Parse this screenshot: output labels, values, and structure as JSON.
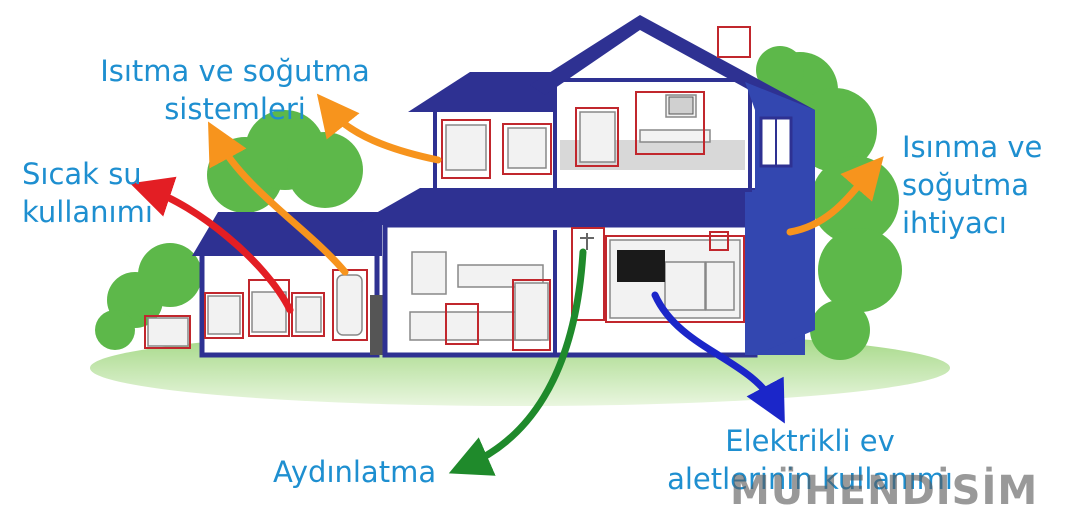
{
  "labels": {
    "hvac_systems": [
      "Isıtma ve soğutma",
      "sistemleri"
    ],
    "hot_water": [
      "Sıcak su",
      "kullanımı"
    ],
    "heating_cooling_need": [
      "Isınma ve",
      "soğutma",
      "ihtiyacı"
    ],
    "lighting": "Aydınlatma",
    "appliances": [
      "Elektrikli ev",
      "aletlerinin kullanımı"
    ]
  },
  "watermark": "MÜHENDİSİM",
  "colors": {
    "label_text": "#1e8fd0",
    "house_blue": "#2e3192",
    "arrow_orange": "#f7941d",
    "arrow_red": "#e31e24",
    "arrow_green": "#1f8a2b",
    "arrow_blue": "#1b26c9",
    "tree_green": "#5db84a",
    "highlight_box": "#c1272d"
  },
  "icons": [
    "arrow",
    "house",
    "tree",
    "furnace",
    "water-heater",
    "television",
    "computer",
    "ceiling-lamp"
  ]
}
